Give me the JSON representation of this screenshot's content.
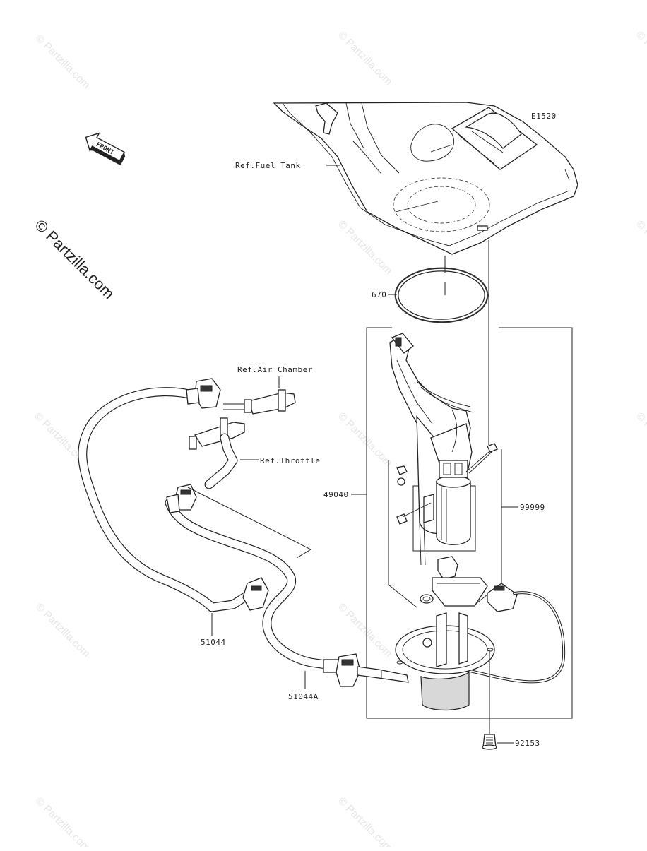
{
  "diagram_code": "E1520",
  "watermark": {
    "text": "© Partzilla.com"
  },
  "front_badge": "FRONT",
  "refs": {
    "fuel_tank": "Ref.Fuel Tank",
    "air_chamber": "Ref.Air Chamber",
    "throttle": "Ref.Throttle"
  },
  "parts": {
    "p670": "670",
    "p49040": "49040",
    "p99999": "99999",
    "p51044": "51044",
    "p51044A": "51044A",
    "p92153": "92153"
  }
}
